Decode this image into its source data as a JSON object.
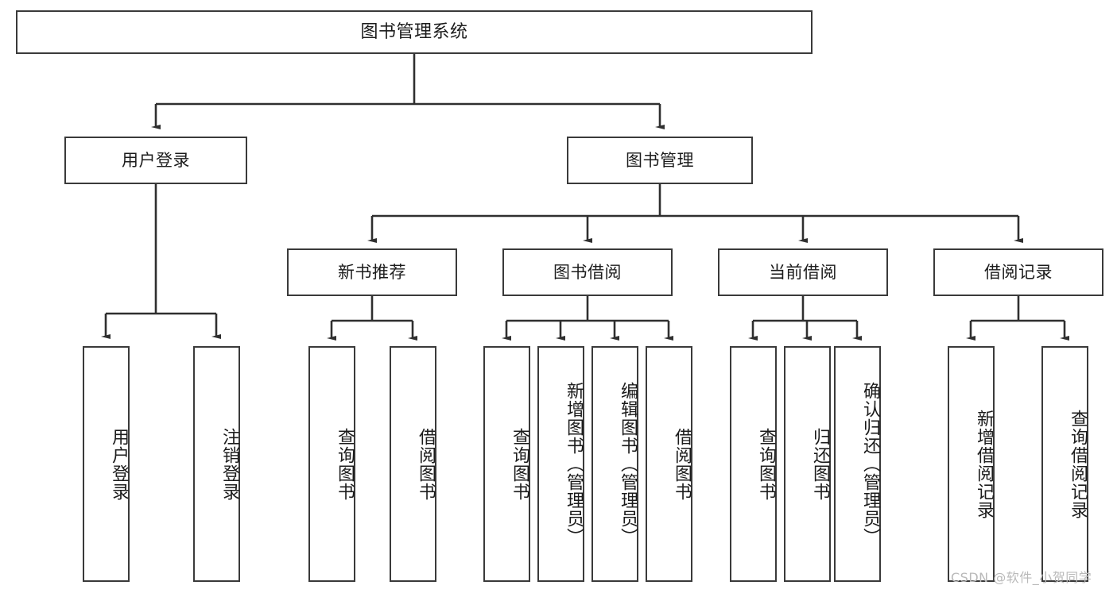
{
  "diagram": {
    "title": "图书管理系统",
    "type": "hierarchy-tree",
    "orientation": "top-down",
    "line_color": "#3a3a3a",
    "box_fill": "#ffffff",
    "text_color": "#1c1c1c",
    "nodes": {
      "root": {
        "label": "图书管理系统",
        "level": 0
      },
      "l1": [
        {
          "id": "user-login",
          "label": "用户登录",
          "level": 1
        },
        {
          "id": "book-manage",
          "label": "图书管理",
          "level": 1
        }
      ],
      "l2": [
        {
          "id": "new-book-recommend",
          "label": "新书推荐",
          "level": 2,
          "parent": "book-manage"
        },
        {
          "id": "book-borrow",
          "label": "图书借阅",
          "level": 2,
          "parent": "book-manage"
        },
        {
          "id": "current-borrow",
          "label": "当前借阅",
          "level": 2,
          "parent": "book-manage"
        },
        {
          "id": "borrow-record",
          "label": "借阅记录",
          "level": 2,
          "parent": "book-manage"
        }
      ],
      "leaves": [
        {
          "id": "leaf-user-login",
          "label": "用户登录",
          "parent": "user-login"
        },
        {
          "id": "leaf-logout-login",
          "label": "注销登录",
          "parent": "user-login"
        },
        {
          "id": "leaf-query-book-1",
          "label": "查询图书",
          "parent": "new-book-recommend"
        },
        {
          "id": "leaf-borrow-book-1",
          "label": "借阅图书",
          "parent": "new-book-recommend"
        },
        {
          "id": "leaf-query-book-2",
          "label": "查询图书",
          "parent": "book-borrow"
        },
        {
          "id": "leaf-add-book",
          "label": "新增图书（管理员）",
          "parent": "book-borrow"
        },
        {
          "id": "leaf-edit-book",
          "label": "编辑图书（管理员）",
          "parent": "book-borrow"
        },
        {
          "id": "leaf-borrow-book-2",
          "label": "借阅图书",
          "parent": "book-borrow"
        },
        {
          "id": "leaf-query-book-3",
          "label": "查询图书",
          "parent": "current-borrow"
        },
        {
          "id": "leaf-return-book",
          "label": "归还图书",
          "parent": "current-borrow"
        },
        {
          "id": "leaf-confirm-return",
          "label": "确认归还（管理员）",
          "parent": "current-borrow"
        },
        {
          "id": "leaf-add-record",
          "label": "新增借阅记录",
          "parent": "borrow-record"
        },
        {
          "id": "leaf-query-record",
          "label": "查询借阅记录",
          "parent": "borrow-record"
        }
      ]
    }
  },
  "watermark": {
    "text": "CSDN @软件_小贺同学"
  }
}
